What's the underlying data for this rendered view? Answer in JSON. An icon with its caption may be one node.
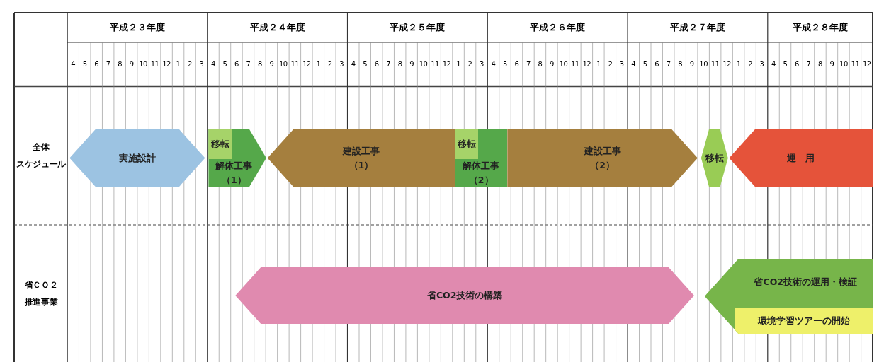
{
  "diagram": {
    "nodes": [
      {
        "text": [
          "実施設計"
        ]
      },
      {
        "text": [
          "解体工事（1）"
        ]
      },
      {
        "text": [
          "移転"
        ],
        "in": 1
      },
      {
        "text": [
          "建設工事（1）"
        ]
      },
      {
        "text": [
          "解体工事（2）"
        ]
      },
      {
        "text": [
          "移転"
        ],
        "in": 4
      },
      {
        "text": [
          "建設工事（2）"
        ]
      },
      {
        "text": [
          "移転"
        ]
      },
      {
        "text": [
          "運　用"
        ]
      },
      {
        "text": [
          "省CO2技術の構築"
        ]
      },
      {
        "text": [
          "省CO2技術の運用・検証"
        ]
      },
      {
        "text": [
          "環境学習ツアーの開始"
        ],
        "in": 10
      }
    ],
    "labels": [
      "平成２３年度",
      "平成２４年度",
      "平成２５年度",
      "平成２６年度",
      "平成２７年度",
      "平成２８年度",
      "4",
      "5",
      "6",
      "7",
      "8",
      "9",
      "10",
      "11",
      "12",
      "1",
      "2",
      "3",
      "4",
      "5",
      "6",
      "7",
      "8",
      "9",
      "10",
      "11",
      "12",
      "1",
      "2",
      "3",
      "4",
      "5",
      "6",
      "7",
      "8",
      "9",
      "10",
      "11",
      "12",
      "1",
      "2",
      "3",
      "4",
      "5",
      "6",
      "7",
      "8",
      "9",
      "10",
      "11",
      "12",
      "1",
      "2",
      "3",
      "4",
      "5",
      "6",
      "7",
      "8",
      "9",
      "10",
      "11",
      "12",
      "1",
      "2",
      "3",
      "4",
      "5",
      "6",
      "7",
      "8",
      "9",
      "10",
      "11",
      "12",
      "全体スケジュール",
      "省ＣＯ２推進事業"
    ]
  }
}
